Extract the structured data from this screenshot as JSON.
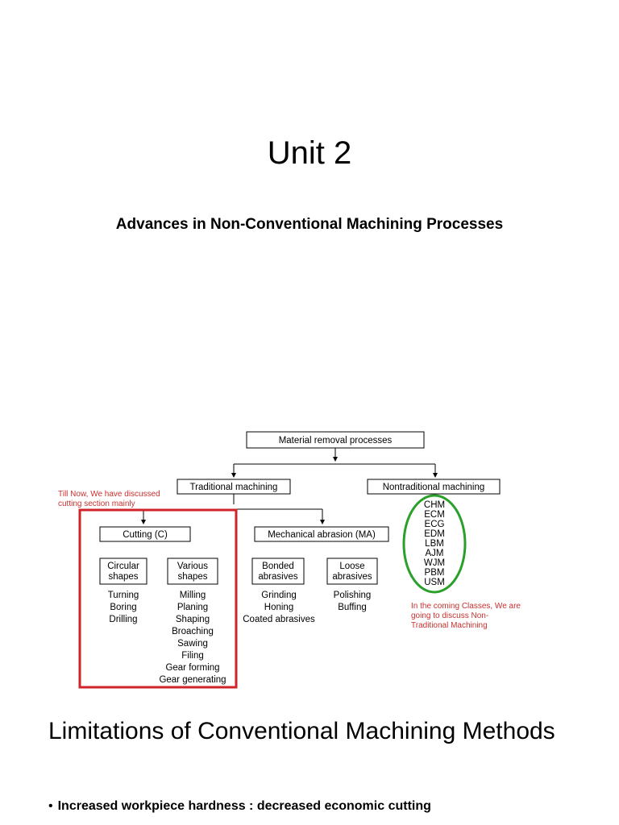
{
  "slide1": {
    "title": "Unit 2",
    "subtitle": "Advances in Non-Conventional Machining Processes"
  },
  "diagram": {
    "root": "Material removal processes",
    "traditional": "Traditional machining",
    "nontraditional": "Nontraditional machining",
    "cutting": "Cutting (C)",
    "abrasion": "Mechanical abrasion (MA)",
    "circular": [
      "Circular",
      "shapes"
    ],
    "various": [
      "Various",
      "shapes"
    ],
    "bonded": [
      "Bonded",
      "abrasives"
    ],
    "loose": [
      "Loose",
      "abrasives"
    ],
    "circular_items": [
      "Turning",
      "Boring",
      "Drilling"
    ],
    "various_items": [
      "Milling",
      "Planing",
      "Shaping",
      "Broaching",
      "Sawing",
      "Filing",
      "Gear forming",
      "Gear generating"
    ],
    "bonded_items": [
      "Grinding",
      "Honing",
      "Coated abrasives"
    ],
    "loose_items": [
      "Polishing",
      "Buffing"
    ],
    "nontrad_items": [
      "CHM",
      "ECM",
      "ECG",
      "EDM",
      "LBM",
      "AJM",
      "WJM",
      "PBM",
      "USM"
    ],
    "note_left": [
      "Till Now, We have discussed",
      "cutting section mainly"
    ],
    "note_right": [
      "In the coming Classes, We are",
      "going to discuss Non-",
      "Traditional Machining"
    ],
    "colors": {
      "highlight_box": "#d0232a",
      "ellipse": "#2aa02a",
      "note": "#c8312f"
    }
  },
  "slide2": {
    "heading": "Limitations of Conventional Machining Methods",
    "bullets": [
      "Increased workpiece hardness : decreased economic cutting"
    ]
  }
}
